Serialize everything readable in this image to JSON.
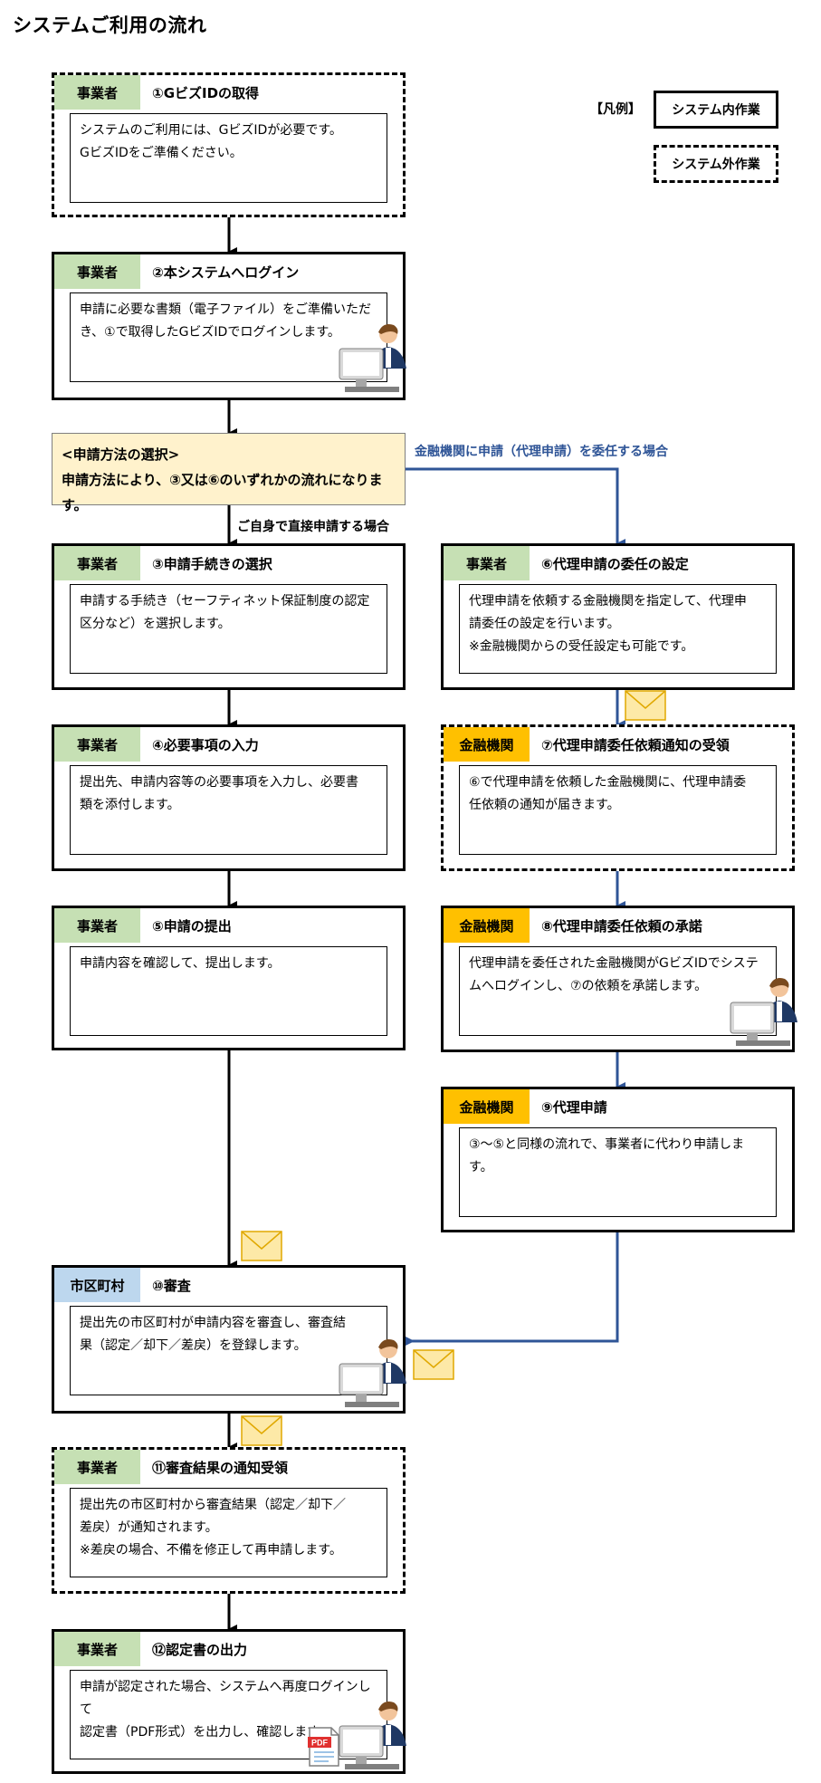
{
  "page": {
    "title": "システムご利用の流れ"
  },
  "legend": {
    "title": "【凡例】",
    "in_system": "システム内作業",
    "out_system": "システム外作業"
  },
  "branch": {
    "choice_line1": "<申請方法の選択>",
    "choice_line2": "申請方法により、③又は⑥のいずれかの流れになります。",
    "direct_label": "ご自身で直接申請する場合",
    "proxy_label": "金融機関に申請（代理申請）を委任する場合"
  },
  "steps": {
    "s1": {
      "actor": "事業者",
      "title": "①GビズIDの取得",
      "lines": [
        "システムのご利用には、GビズIDが必要です。",
        "GビズIDをご準備ください。"
      ]
    },
    "s2": {
      "actor": "事業者",
      "title": "②本システムへログイン",
      "lines": [
        "申請に必要な書類（電子ファイル）をご準備いただ",
        "き、①で取得したGビズIDでログインします。"
      ]
    },
    "s3": {
      "actor": "事業者",
      "title": "③申請手続きの選択",
      "lines": [
        "申請する手続き（セーフティネット保証制度の認定",
        "区分など）を選択します。"
      ]
    },
    "s4": {
      "actor": "事業者",
      "title": "④必要事項の入力",
      "lines": [
        "提出先、申請内容等の必要事項を入力し、必要書",
        "類を添付します。"
      ]
    },
    "s5": {
      "actor": "事業者",
      "title": "⑤申請の提出",
      "lines": [
        "申請内容を確認して、提出します。"
      ]
    },
    "s6": {
      "actor": "事業者",
      "title": "⑥代理申請の委任の設定",
      "lines": [
        "代理申請を依頼する金融機関を指定して、代理申",
        "請委任の設定を行います。",
        "※金融機関からの受任設定も可能です。"
      ]
    },
    "s7": {
      "actor": "金融機関",
      "title": "⑦代理申請委任依頼通知の受領",
      "lines": [
        "⑥で代理申請を依頼した金融機関に、代理申請委",
        "任依頼の通知が届きます。"
      ]
    },
    "s8": {
      "actor": "金融機関",
      "title": "⑧代理申請委任依頼の承諾",
      "lines": [
        "代理申請を委任された金融機関がGビズIDでシステ",
        "ムへログインし、⑦の依頼を承諾します。"
      ]
    },
    "s9": {
      "actor": "金融機関",
      "title": "⑨代理申請",
      "lines": [
        "③～⑤と同様の流れで、事業者に代わり申請します。"
      ]
    },
    "s10": {
      "actor": "市区町村",
      "title": "⑩審査",
      "lines": [
        "提出先の市区町村が申請内容を審査し、審査結",
        "果（認定／却下／差戻）を登録します。"
      ]
    },
    "s11": {
      "actor": "事業者",
      "title": "⑪審査結果の通知受領",
      "lines": [
        "提出先の市区町村から審査結果（認定／却下／",
        "差戻）が通知されます。",
        "※差戻の場合、不備を修正して再申請します。"
      ]
    },
    "s12": {
      "actor": "事業者",
      "title": "⑫認定書の出力",
      "lines": [
        "申請が認定された場合、システムへ再度ログインして",
        "認定書（PDF形式）を出力し、確認します。"
      ]
    }
  },
  "icons": {
    "pdf_badge": "PDF"
  },
  "colors": {
    "actor_business": "#c6e0b4",
    "actor_financial": "#ffc000",
    "actor_city": "#bdd7ee",
    "choice_fill": "#fff2cc",
    "proxy_arrow": "#2f5597"
  }
}
